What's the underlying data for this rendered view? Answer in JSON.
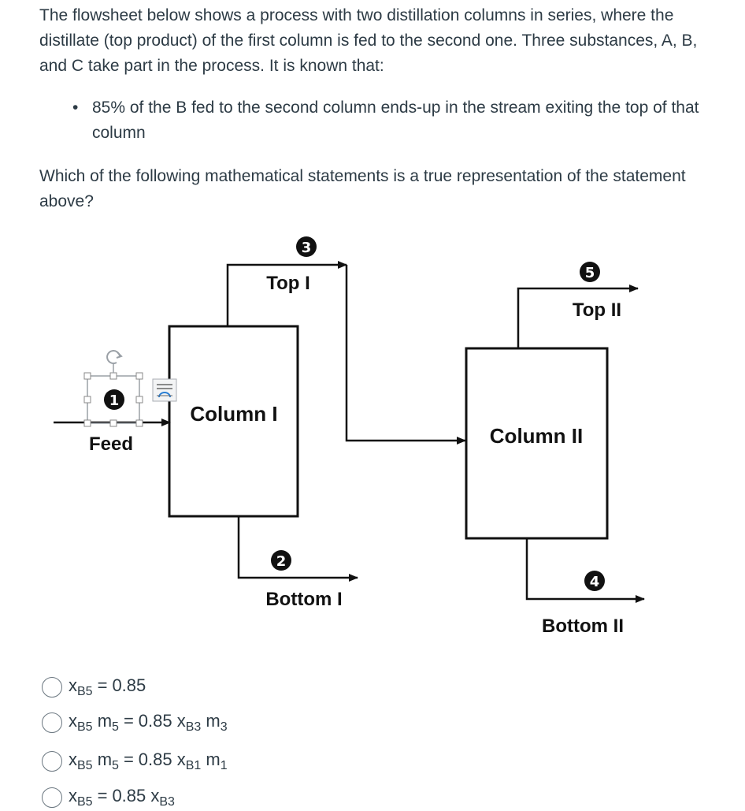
{
  "intro": "The flowsheet below shows a process with two distillation columns in series, where the distillate (top product) of the first column is fed to the second one.  Three substances, A, B, and C take part in the process.  It is known that:",
  "bullet": "85% of the B fed to the second column ends-up in the stream exiting the top of that column",
  "question": "Which of the following mathematical statements is a true representation of the statement above?",
  "diagram": {
    "feed": "Feed",
    "column1": "Column I",
    "column2": "Column II",
    "top1": "Top I",
    "top2": "Top II",
    "bottom1": "Bottom I",
    "bottom2": "Bottom II",
    "stream_numbers": [
      "1",
      "2",
      "3",
      "4",
      "5"
    ]
  },
  "options": [
    {
      "lhs": [
        {
          "v": "x",
          "s": "B5"
        }
      ],
      "rhs": [
        {
          "v": "0.85",
          "s": ""
        }
      ]
    },
    {
      "lhs": [
        {
          "v": "x",
          "s": "B5"
        },
        {
          "v": " m",
          "s": "5"
        }
      ],
      "rhs": [
        {
          "v": "0.85 x",
          "s": "B3"
        },
        {
          "v": " m",
          "s": "3"
        }
      ]
    },
    {
      "lhs": [
        {
          "v": "x",
          "s": "B5"
        },
        {
          "v": " m",
          "s": "5"
        }
      ],
      "rhs": [
        {
          "v": "0.85 x",
          "s": "B1"
        },
        {
          "v": " m",
          "s": "1"
        }
      ]
    },
    {
      "lhs": [
        {
          "v": "x",
          "s": "B5"
        }
      ],
      "rhs": [
        {
          "v": "0.85 x",
          "s": "B3"
        }
      ]
    }
  ],
  "eq_sign": "="
}
